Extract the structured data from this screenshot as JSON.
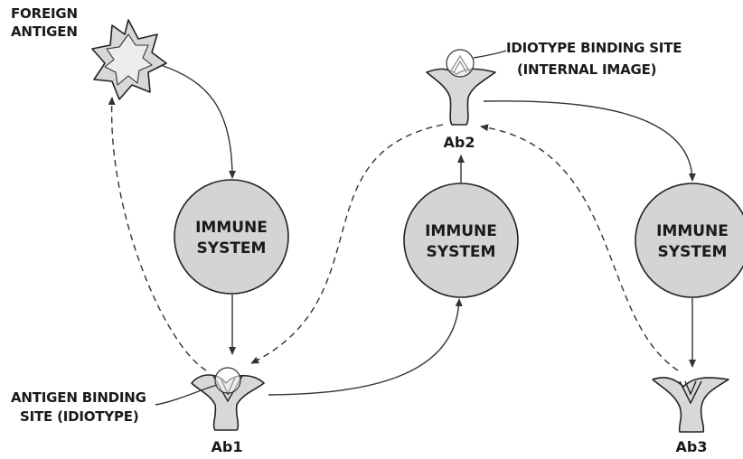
{
  "labels": {
    "foreign_antigen_line1": "FOREIGN",
    "foreign_antigen_line2": "ANTIGEN",
    "idiotype_site_line1": "IDIOTYPE BINDING SITE",
    "idiotype_site_line2": "(INTERNAL IMAGE)",
    "antigen_site_line1": "ANTIGEN BINDING",
    "antigen_site_line2": "SITE (IDIOTYPE)"
  },
  "nodes": {
    "immune_system_1": {
      "line1": "IMMUNE",
      "line2": "SYSTEM"
    },
    "immune_system_2": {
      "line1": "IMMUNE",
      "line2": "SYSTEM"
    },
    "immune_system_3": {
      "line1": "IMMUNE",
      "line2": "SYSTEM"
    }
  },
  "antibodies": {
    "ab1": "Ab1",
    "ab2": "Ab2",
    "ab3": "Ab3"
  },
  "colors": {
    "node_fill": "#d4d4d4",
    "stroke": "#222222",
    "text": "#1a1a1a"
  }
}
